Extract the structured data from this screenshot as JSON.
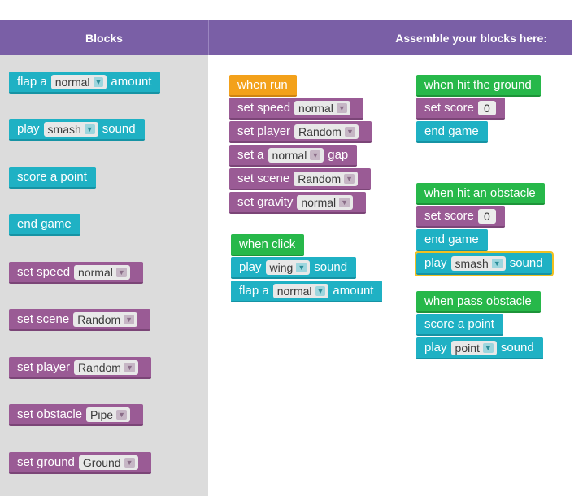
{
  "header": {
    "blocks_title": "Blocks",
    "workspace_title": "Assemble your blocks here:"
  },
  "palette": {
    "flap": {
      "w1": "flap a",
      "value": "normal",
      "w2": "amount"
    },
    "play": {
      "w1": "play",
      "value": "smash",
      "w2": "sound"
    },
    "score": {
      "w1": "score a point"
    },
    "end": {
      "w1": "end game"
    },
    "speed": {
      "w1": "set speed",
      "value": "normal"
    },
    "scene": {
      "w1": "set scene",
      "value": "Random"
    },
    "player": {
      "w1": "set player",
      "value": "Random"
    },
    "obstacle": {
      "w1": "set obstacle",
      "value": "Pipe"
    },
    "ground": {
      "w1": "set ground",
      "value": "Ground"
    }
  },
  "when_run": {
    "hat": "when run",
    "speed": {
      "w1": "set speed",
      "value": "normal"
    },
    "player": {
      "w1": "set player",
      "value": "Random"
    },
    "gap": {
      "w1": "set a",
      "value": "normal",
      "w2": "gap"
    },
    "scene": {
      "w1": "set scene",
      "value": "Random"
    },
    "gravity": {
      "w1": "set gravity",
      "value": "normal"
    }
  },
  "when_click": {
    "hat": "when click",
    "play": {
      "w1": "play",
      "value": "wing",
      "w2": "sound"
    },
    "flap": {
      "w1": "flap a",
      "value": "normal",
      "w2": "amount"
    }
  },
  "when_ground": {
    "hat": "when hit the ground",
    "score": {
      "w1": "set score",
      "value": "0"
    },
    "end": {
      "w1": "end game"
    }
  },
  "when_obstacle": {
    "hat": "when hit an obstacle",
    "score": {
      "w1": "set score",
      "value": "0"
    },
    "end": {
      "w1": "end game"
    },
    "play": {
      "w1": "play",
      "value": "smash",
      "w2": "sound"
    }
  },
  "when_pass": {
    "hat": "when pass obstacle",
    "score": {
      "w1": "score a point"
    },
    "play": {
      "w1": "play",
      "value": "point",
      "w2": "sound"
    }
  },
  "colors": {
    "header": "#7a5fa6",
    "teal": "#1fb1c4",
    "purple": "#9a5b95",
    "orange": "#f3a11a",
    "green": "#27b84a",
    "selected_outline": "#f0c020"
  }
}
